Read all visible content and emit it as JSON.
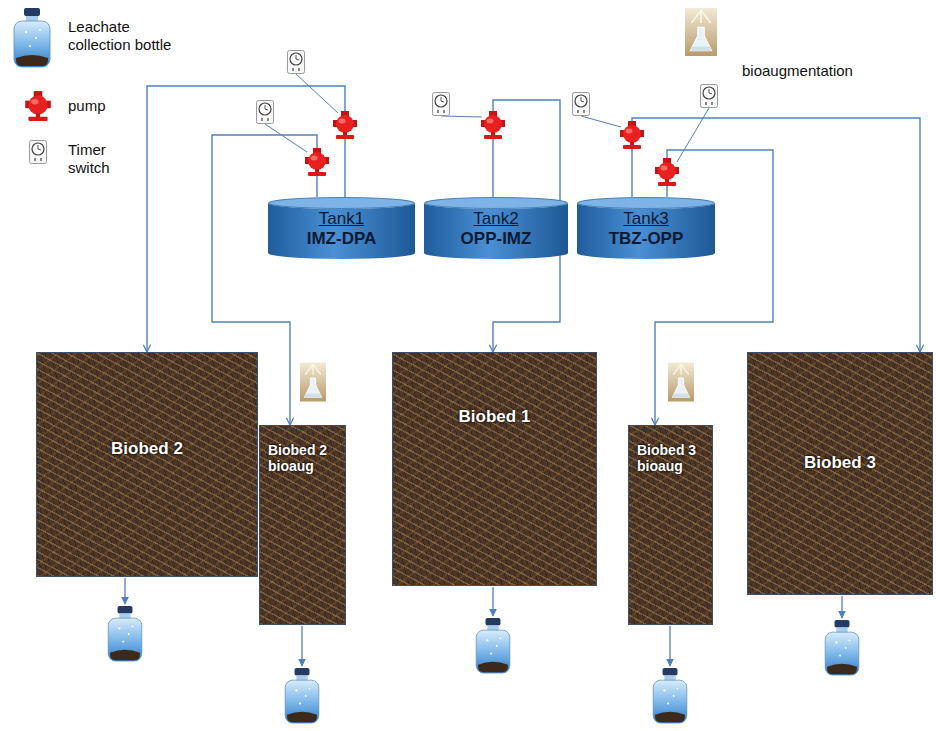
{
  "diagram": {
    "nodes": [
      {
        "text": [
          "Tank1",
          "IMZ-DPA"
        ]
      },
      {
        "text": [
          "Tank2",
          "OPP-IMZ"
        ]
      },
      {
        "text": [
          "Tank3",
          "TBZ-OPP"
        ]
      },
      {
        "text": [
          "Biobed 2"
        ]
      },
      {
        "text": [
          "Biobed 2 bioaug"
        ]
      },
      {
        "text": [
          "Biobed 1"
        ]
      },
      {
        "text": [
          "Biobed 3 bioaug"
        ]
      },
      {
        "text": [
          "Biobed 3"
        ]
      }
    ],
    "edges": [
      {
        "from": 0,
        "to": 3,
        "arrow": "to"
      },
      {
        "from": 0,
        "to": 4,
        "arrow": "to"
      },
      {
        "from": 1,
        "to": 5,
        "arrow": "to"
      },
      {
        "from": 2,
        "to": 6,
        "arrow": "to"
      },
      {
        "from": 2,
        "to": 7,
        "arrow": "to"
      }
    ],
    "legend": [
      {
        "text": "Leachate collection bottle"
      },
      {
        "text": "pump"
      },
      {
        "text": "Timer switch"
      },
      {
        "text": "bioaugmentation"
      }
    ]
  }
}
